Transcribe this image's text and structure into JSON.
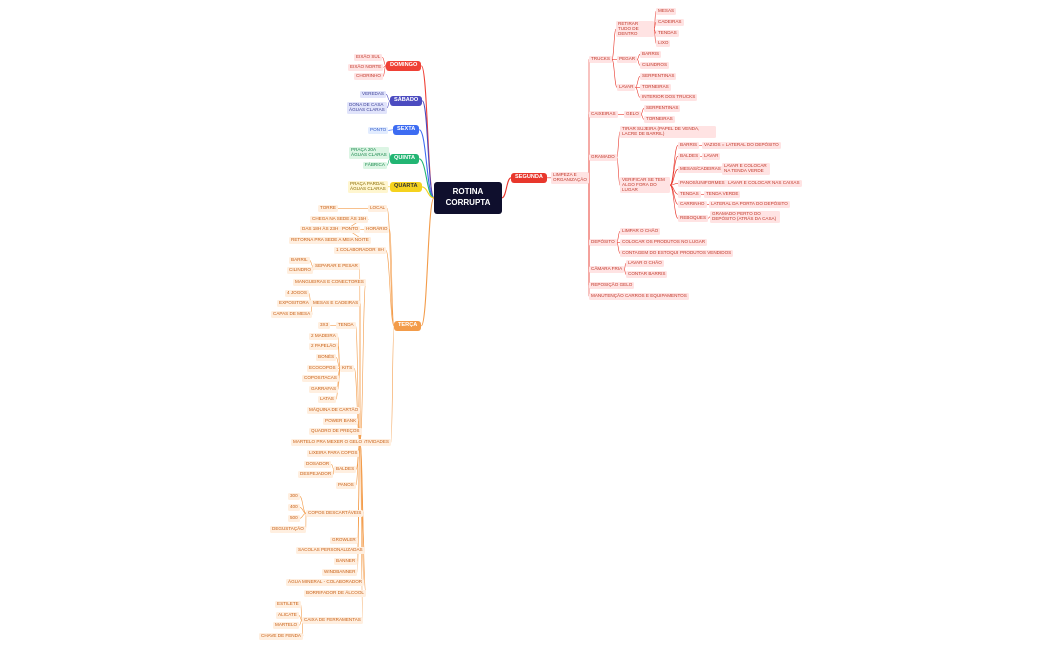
{
  "root": "ROTINA CORRUPTA",
  "colors": {
    "domingo": "#ef4136",
    "sabado": "#4b4bc0",
    "sexta": "#3d6cf2",
    "quarta_green": "#22b573",
    "quarta_yellow": "#f5d21e",
    "segunda": "#e8372c",
    "terca": "#f39c4a"
  },
  "domingo": {
    "label": "DOMINGO",
    "items": [
      "EIXÃO SUL",
      "EIXÃO NORTE",
      "CHORINHO"
    ]
  },
  "sabado": {
    "label": "SÁBADO",
    "items": [
      "VEREDAS",
      "DONA DE CASA ÁGUAS CLARAS"
    ]
  },
  "sexta": {
    "label": "SEXTA",
    "items": [
      "PONTO"
    ]
  },
  "quarta_g": {
    "label": "QUINTA",
    "items": [
      "PRAÇA 20A ÁGUAS CLARAS",
      "FÁBRICA"
    ]
  },
  "quarta_y": {
    "label": "QUARTA",
    "items": [
      "PRAÇA PARDAL ÁGUAS CLARAS"
    ]
  },
  "segunda": {
    "label": "SEGUNDA",
    "topic": "LIMPEZA E ORGANIZAÇÃO",
    "trucks": "TRUCKS",
    "retirar": "RETIRAR TUDO DE DENTRO",
    "retirar_items": [
      "MESAS",
      "CADEIRAS",
      "TENDAS",
      "LIXO"
    ],
    "pegar": "PEGAR",
    "pegar_items": [
      "BARRIS",
      "CILINDROS"
    ],
    "lavar": "LAVAR",
    "lavar_items": [
      "SERPENTINAS",
      "TORNEIRAS",
      "INTERIOR DOS TRUCKS"
    ],
    "caixeiras": "CAIXEIRAS",
    "gelo": "GELO",
    "gelo_items": [
      "SERPENTINAS",
      "TORNEIRAS"
    ],
    "gramado": "GRAMADO",
    "tirar": "TIRAR SUJEIRA (PAPEL DE VENDA, LACRE DE BARRIL)",
    "verificar": "VERIFICAR SE TEM ALGO FORA DO LUGAR",
    "v": [
      {
        "k": "BARRIS",
        "d": "VAZIOS = LATERAL DO DEPÓSITO"
      },
      {
        "k": "BALDES",
        "d": "LAVAR"
      },
      {
        "k": "MESAS/CADEIRAS",
        "d": "LAVAR E COLOCAR NA TENDA VERDE"
      },
      {
        "k": "PANOS/UNIFORMES",
        "d": "LAVAR E COLOCAR NAS CAIXAS"
      },
      {
        "k": "TENDAS",
        "d": "TENDA VERDE"
      },
      {
        "k": "CARRINHO",
        "d": "LATERAL DA PORTA DO DEPÓSITO"
      },
      {
        "k": "REBOQUES",
        "d": "GRAMADO PERTO DO DEPÓSITO (ATRÁS DA CASA)"
      }
    ],
    "deposito": "DEPÓSITO",
    "dep": [
      "LIMPAR O CHÃO",
      "COLOCAR OS PRODUTOS NO LUGAR",
      "CONTAGEM DO ESTOQUE",
      "PRODUTOS VENDIDOS"
    ],
    "camara": "CÂMARA FRIA",
    "cam": [
      "LAVAR O CHÃO",
      "CONTAR BARRIS"
    ],
    "reposicao": "REPOSIÇÃO GELO",
    "manutencao": "MANUTENÇÃO CARROS E EQUIPAMENTOS"
  },
  "terca": {
    "label": "TERÇA",
    "local": "LOCAL",
    "torre": "TORRE",
    "horario": "HORÁRIO",
    "ponto": "PONTO",
    "hor": [
      "CHEGA NA SEDE ÀS 15H",
      "DAS 18H ÀS 23H",
      "RETORNA PRA SEDE A MEIA NOITE"
    ],
    "qtd": "8H",
    "colab": "1 COLABORADOR",
    "atividades": "ATIVIDADES",
    "sep": "SEPARAR E PESAR",
    "sep_items": [
      "BARRIL",
      "CILINDRO"
    ],
    "mang": "MANGUEIRAS E CONECTORES",
    "mesas": "MESAS E CADEIRAS",
    "mesas_items": [
      "4 JOGOS",
      "EXPOSITORA",
      "CAPAS DE MESA"
    ],
    "tenda": "TENDA",
    "tenda_item": "3X3",
    "kits": "KITS",
    "kit_items": [
      "2 MADEIRA",
      "2 PAPELÃO",
      "BONÉS",
      "ECOCOPOS",
      "COPOSITACAS",
      "GARRAFAS",
      "LATAS"
    ],
    "maq": "MÁQUINA DE CARTÃO",
    "power": "POWER BANK",
    "quadro": "QUADRO DE PREÇOS",
    "martelo": "MARTELO PRA MEXER O GELO",
    "lixeira": "LIXEIRA PARA COPOS",
    "baldes": "BALDES",
    "baldes_items": [
      "DOSADOR",
      "DESPEJADOR"
    ],
    "panos": "PANOS",
    "copos": "COPOS DESCARTÁVEIS",
    "copos_items": [
      "300",
      "400",
      "500",
      "DEGUSTAÇÃO"
    ],
    "growler": "GROWLER",
    "sacolas": "SACOLAS PERSONALIZADAS",
    "banner": "BANNER",
    "wind": "WINDBANNER",
    "agua": "ÁGUA MINERAL - COLABORADOR",
    "borrifador": "BORRIFADOR DE ÁLCOOL",
    "caixa": "CAIXA DE FERRAMENTAS",
    "caixa_items": [
      "ESTILETE",
      "ALICATE",
      "MARTELO",
      "CHAVE DE FENDA"
    ]
  }
}
